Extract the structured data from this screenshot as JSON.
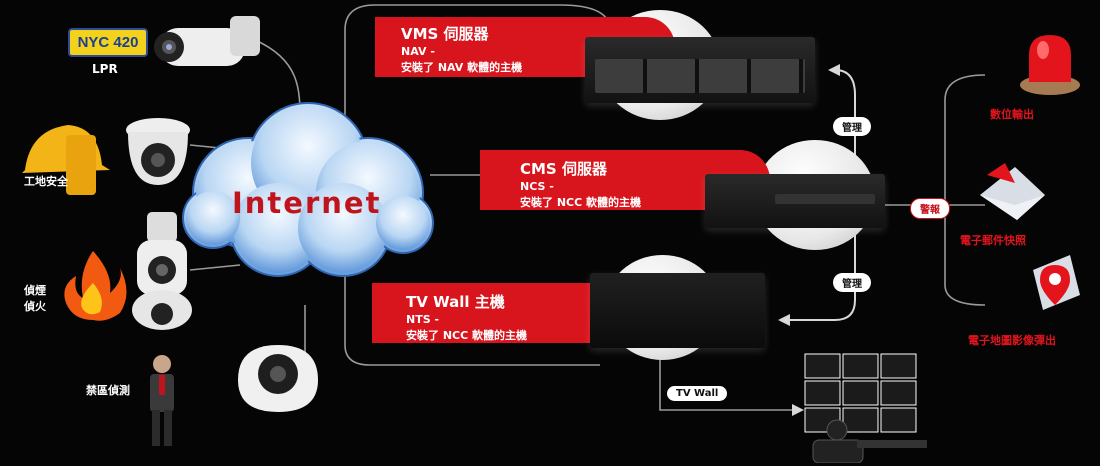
{
  "cloud": {
    "label": "Internet"
  },
  "left_devices": {
    "lpr": {
      "plate_text": "NYC 420",
      "label": "LPR"
    },
    "construction": {
      "label": "工地安全"
    },
    "fire": {
      "label_line1": "偵煙",
      "label_line2": "偵火"
    },
    "zone": {
      "label": "禁區偵測"
    }
  },
  "servers": [
    {
      "title": "VMS 伺服器",
      "code": "NAV -",
      "desc": "安裝了 NAV 軟體的主機"
    },
    {
      "title": "CMS 伺服器",
      "code": "NCS -",
      "desc": "安裝了 NCC 軟體的主機"
    },
    {
      "title": "TV Wall 主機",
      "code": "NTS -",
      "desc": "安裝了 NCC 軟體的主機"
    }
  ],
  "arrows": {
    "manage_top": "管理",
    "manage_bottom": "管理",
    "alarm": "警報",
    "tvwall": "TV Wall"
  },
  "outputs": {
    "digital_output": "數位輸出",
    "email_snapshot": "電子郵件快照",
    "emap_popup": "電子地圖影像彈出"
  },
  "colors": {
    "accent_red": "#d8141c",
    "cloud_blue": "#3d7fd0",
    "background": "#050505"
  }
}
